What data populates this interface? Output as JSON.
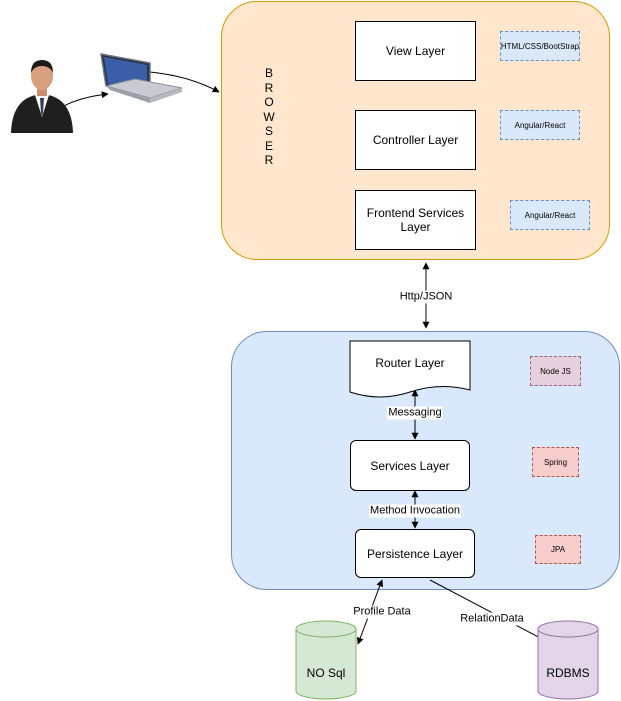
{
  "browser": {
    "label": "BROWSER",
    "layers": {
      "view": "View Layer",
      "controller": "Controller Layer",
      "frontend_services": "Frontend Services Layer"
    },
    "tags": {
      "view": "HTML/CSS/BootStrap",
      "controller": "Angular/React",
      "frontend_services": "Angular/React"
    }
  },
  "connections": {
    "browser_server": "Http/JSON",
    "router_services": "Messaging",
    "services_persistence": "Method Invocation",
    "persistence_nosql": "Profile Data",
    "persistence_rdbms": "RelationData"
  },
  "server": {
    "layers": {
      "router": "Router Layer",
      "services": "Services Layer",
      "persistence": "Persistence Layer"
    },
    "tags": {
      "router": "Node JS",
      "services": "Spring",
      "persistence": "JPA"
    }
  },
  "databases": {
    "nosql": "NO Sql",
    "rdbms": "RDBMS"
  },
  "colors": {
    "browser_fill": "#ffe6cc",
    "browser_border": "#d79b00",
    "server_fill": "#dae8fc",
    "server_border": "#6c8ebf",
    "nosql_fill": "#d5e8d4",
    "nosql_border": "#82b366",
    "rdbms_fill": "#e1d5e7",
    "rdbms_border": "#9673a6"
  }
}
